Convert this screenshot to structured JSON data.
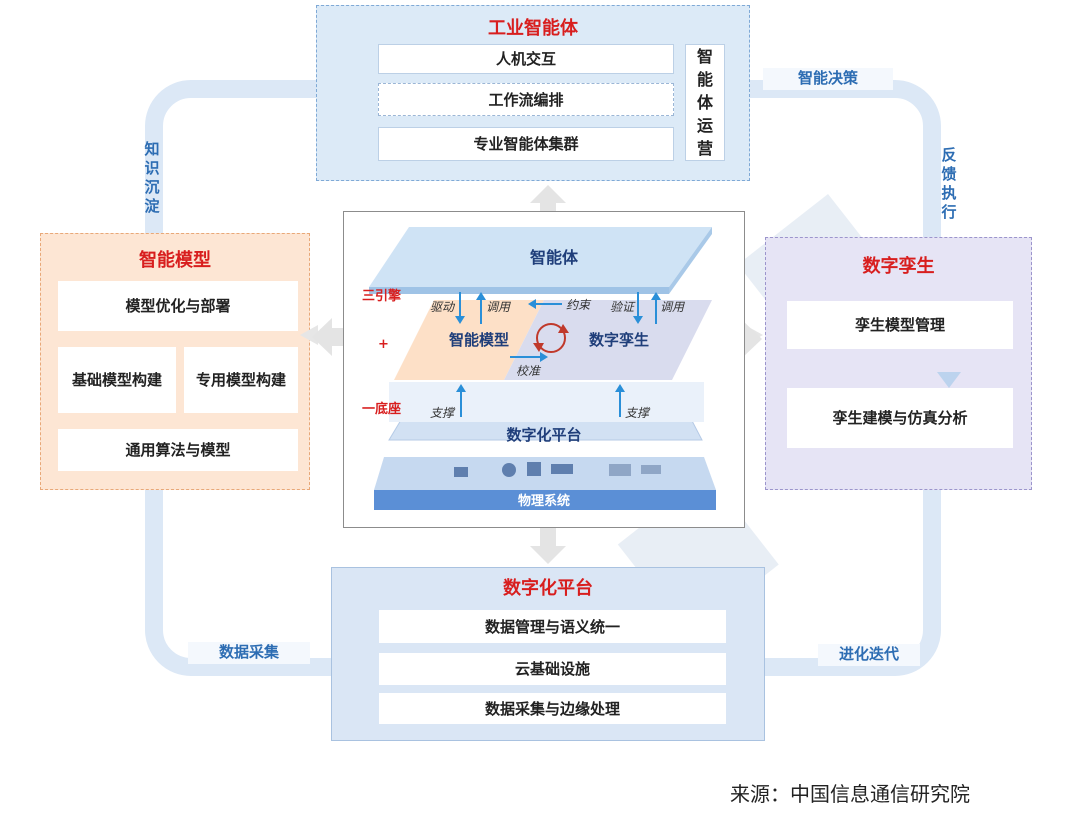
{
  "agent": {
    "title": "工业智能体",
    "items": [
      "人机交互",
      "工作流编排",
      "专业智能体集群"
    ],
    "ops_label": "智能体运营"
  },
  "model": {
    "title": "智能模型",
    "top": "模型优化与部署",
    "left": "基础模型构建",
    "right": "专用模型构建",
    "bottom": "通用算法与模型"
  },
  "twin": {
    "title": "数字孪生",
    "items": [
      "孪生模型管理",
      "孪生建模与仿真分析"
    ]
  },
  "platform": {
    "title": "数字化平台",
    "items": [
      "数据管理与语义统一",
      "云基础设施",
      "数据采集与边缘处理"
    ]
  },
  "edges": {
    "smart_decision": "智能决策",
    "feedback": "反馈执行",
    "knowledge": "知识沉淀",
    "data_collect": "数据采集",
    "evolve": "进化迭代"
  },
  "center": {
    "agent_layer": "智能体",
    "model_layer": "智能模型",
    "twin_layer": "数字孪生",
    "platform_layer": "数字化平台",
    "physical_layer": "物理系统",
    "three_engines": "三引擎",
    "plus": "+",
    "one_base": "一底座",
    "drive": "驱动",
    "invoke_left": "调用",
    "constrain": "约束",
    "verify": "验证",
    "invoke_right": "调用",
    "calibrate": "校准",
    "support_left": "支撑",
    "support_right": "支撑"
  },
  "source": "来源：中国信息通信研究院",
  "colors": {
    "agent_bg": "#dceaf7",
    "model_bg": "#fde6d4",
    "twin_bg": "#e6e4f5",
    "platform_bg": "#dae6f5",
    "accent_red": "#d81e1e",
    "edge_blue": "#2d6db3"
  }
}
